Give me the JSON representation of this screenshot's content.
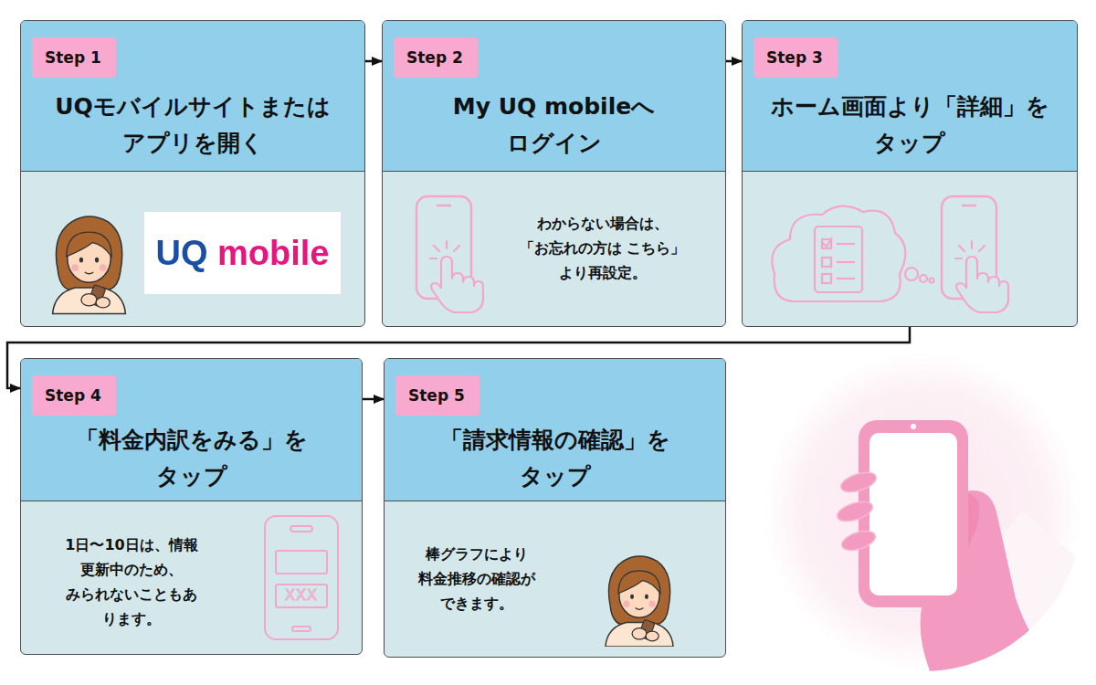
{
  "diagram": {
    "nodes": [
      {
        "text": [
          "Step 1",
          "UQモバイルサイトまたは アプリを開く"
        ]
      },
      {
        "text": [
          "Step 2",
          "My UQ mobileへ ログイン",
          "わからない場合は、 「お忘れの方は こちら」より再設定。"
        ]
      },
      {
        "text": [
          "Step 3",
          "ホーム画面より「詳細」を タップ"
        ]
      },
      {
        "text": [
          "Step 4",
          "「料金内訳をみる」を タップ",
          "1日〜10日は、情報 更新中のため、 みられないこともあ ります。"
        ]
      },
      {
        "text": [
          "Step 5",
          "「請求情報の確認」を タップ",
          "棒グラフにより 料金推移の確認が できます。"
        ]
      }
    ],
    "edges": [
      {
        "from": 0,
        "to": 1,
        "arrow": "to"
      },
      {
        "from": 1,
        "to": 2,
        "arrow": "to"
      },
      {
        "from": 2,
        "to": 3,
        "arrow": "to"
      },
      {
        "from": 3,
        "to": 4,
        "arrow": "to"
      }
    ],
    "labels": [
      "UQ mobile",
      "XXX"
    ]
  }
}
